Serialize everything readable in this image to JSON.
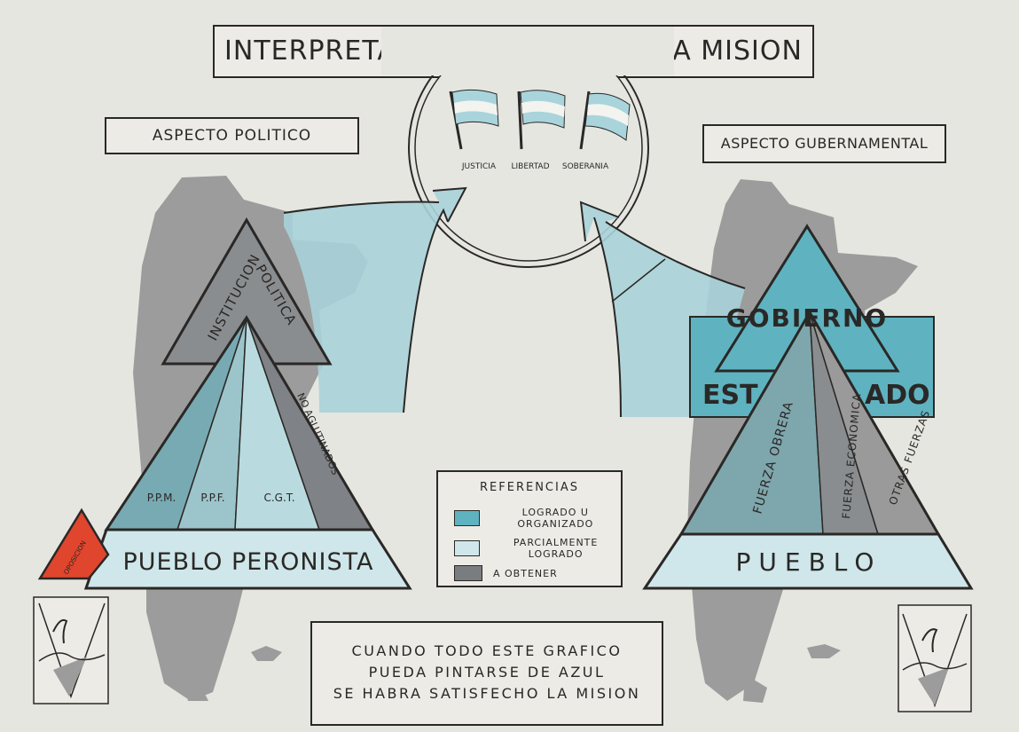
{
  "title": "INTERPRETACION GRAFICA DE LA MISION",
  "left": {
    "heading": "ASPECTO POLITICO",
    "top_triangle_lines": [
      "INSTITUCION",
      "POLITICA"
    ],
    "sections": [
      "P.P.M.",
      "P.P.F.",
      "C.G.T.",
      "NO AGLUTINADOS"
    ],
    "base": "PUEBLO PERONISTA",
    "opposition": "OPOSICION"
  },
  "right": {
    "heading": "ASPECTO GUBERNAMENTAL",
    "government": "GOBIERNO",
    "state_left": "EST",
    "state_right": "ADO",
    "forces": [
      "FUERZA OBRERA",
      "FUERZA ECONOMICA",
      "OTRAS FUERZAS"
    ],
    "base": "PUEBLO"
  },
  "center": {
    "flags": [
      "JUSTICIA",
      "LIBERTAD",
      "SOBERANIA"
    ]
  },
  "legend": {
    "title": "REFERENCIAS",
    "items": [
      {
        "label": "LOGRADO U ORGANIZADO",
        "color": "#5fb3c0"
      },
      {
        "label": "PARCIALMENTE LOGRADO",
        "color": "#cfe7ea"
      },
      {
        "label": "A OBTENER",
        "color": "#7a7d80"
      }
    ]
  },
  "footer_lines": [
    "CUANDO TODO ESTE GRAFICO",
    "PUEDA PINTARSE DE AZUL",
    "SE HABRA SATISFECHO LA MISION"
  ],
  "colors": {
    "achieved": "#5fb3c0",
    "partial": "#cfe7ea",
    "to_obtain": "#7a7d80",
    "map": "#9a9a9a",
    "opposition": "#e0452e"
  }
}
